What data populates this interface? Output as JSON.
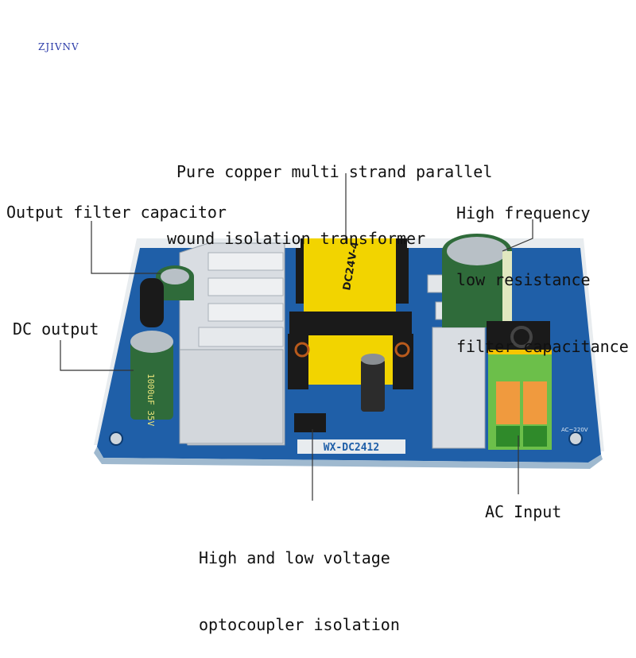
{
  "watermark": "ZJIVNV",
  "labels": {
    "transformer": [
      "Pure copper multi strand parallel",
      "wound isolation transformer"
    ],
    "high_freq_cap": [
      "High frequency",
      "low resistance",
      "filter capacitance"
    ],
    "output_filter_cap": "Output filter capacitor",
    "dc_output": "DC output",
    "optocoupler": [
      "High and low voltage",
      "optocoupler isolation"
    ],
    "ac_input": "AC Input"
  },
  "board": {
    "model": "WX-DC2412",
    "transformer_marking": "DC24V-4",
    "capacitor_marking": "1000uF 35V",
    "ac_marking": "AC~220V"
  },
  "colors": {
    "pcb": "#1f5fa8",
    "transformer": "#f2d400",
    "heatsink": "#d9dde2",
    "capacitor": "#2f6b3a",
    "terminal": "#6cbf4a",
    "terminal_top": "#f09a3e"
  }
}
